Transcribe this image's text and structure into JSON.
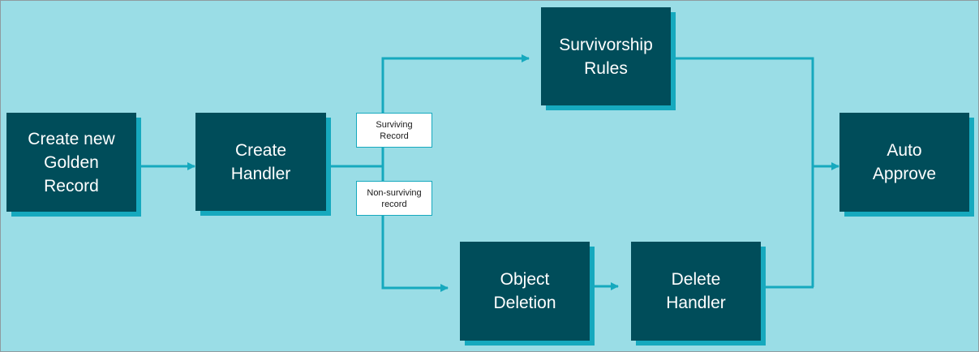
{
  "nodes": {
    "create_golden_record": "Create new\nGolden\nRecord",
    "create_handler": "Create\nHandler",
    "survivorship_rules": "Survivorship\nRules",
    "auto_approve": "Auto\nApprove",
    "object_deletion": "Object\nDeletion",
    "delete_handler": "Delete\nHandler"
  },
  "labels": {
    "surviving_record": "Surviving\nRecord",
    "non_surviving_record": "Non-surviving\nrecord"
  },
  "colors": {
    "background": "#9adde6",
    "node_fill": "#004d5a",
    "node_shadow": "#16a9be",
    "connector": "#16a9be",
    "node_text": "#ffffff"
  }
}
